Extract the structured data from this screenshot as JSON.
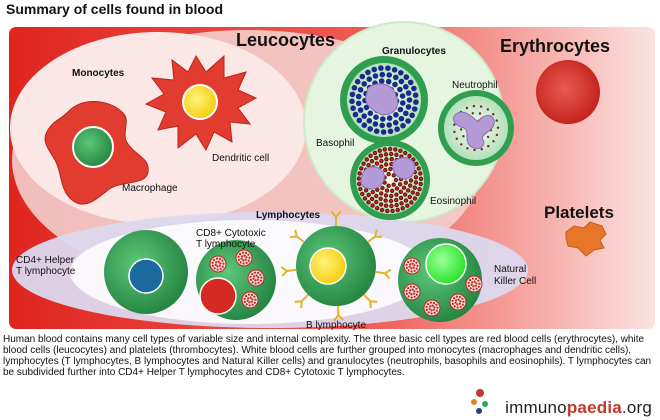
{
  "title": "Summary of cells found in blood",
  "groups": {
    "leucocytes": "Leucocytes",
    "erythrocytes": "Erythrocytes",
    "platelets": "Platelets",
    "granulocytes": "Granulocytes",
    "monocytes": "Monocytes",
    "lymphocytes": "Lymphocytes"
  },
  "cells": {
    "macrophage": "Macrophage",
    "dendritic": "Dendritic cell",
    "basophil": "Basophil",
    "neutrophil": "Neutrophil",
    "eosinophil": "Eosinophil",
    "cd4_line1": "CD4+ Helper",
    "cd4_line2": "T lymphocyte",
    "cd8_line1": "CD8+ Cytotoxic",
    "cd8_line2": "T lymphocyte",
    "b_lymphocyte": "B lymphocyte",
    "nk_line1": "Natural",
    "nk_line2": "Killer Cell"
  },
  "caption": "Human blood contains many cell types of variable size and internal complexity. The three basic cell types are red blood cells (erythrocytes), white blood cells (leucocytes) and platelets (thrombocytes). White blood cells are further grouped into monocytes (macrophages and dendritic cells), lymphocytes (T lymphocytes, B lymphocytes and Natural Killer cells) and granulocytes (neutrophils, basophils and eosinophils). T lymphocytes can be subdivided further into CD4+ Helper T lymphocytes and CD8+ Cytotoxic T lymphocytes.",
  "logo": {
    "part1": "immuno",
    "part2": "paedia",
    "part3": ".org"
  },
  "colors": {
    "background_red": "#e0251f",
    "erythrocyte": "#d42a23",
    "platelet": "#e8762a",
    "cell_green": "#3aa85a",
    "macrophage": "#e23b30",
    "nucleus_yellow": "#ffe02a",
    "nk_nucleus": "#33ff33",
    "basophil_granule": "#1a2a8a",
    "lobe_purple": "#b59ad8"
  }
}
